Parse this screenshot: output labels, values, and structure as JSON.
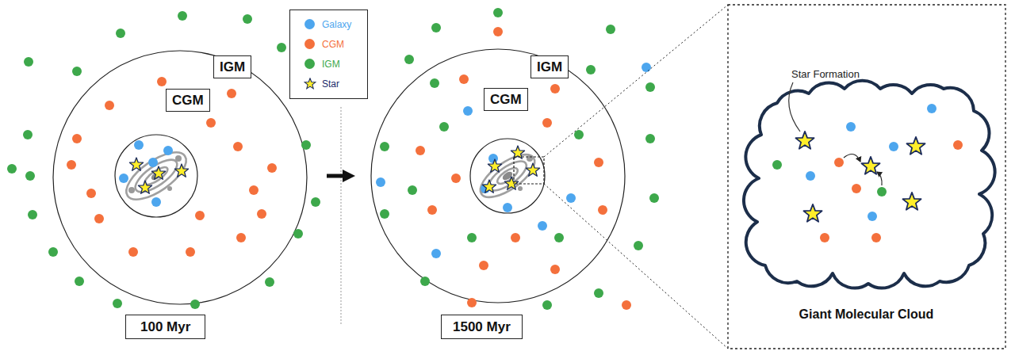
{
  "diagram": {
    "nodes": [
      {
        "text": [
          "IGM"
        ]
      },
      {
        "text": [
          "CGM"
        ]
      },
      {
        "text": [
          "100 Myr"
        ]
      },
      {
        "text": [
          "IGM"
        ]
      },
      {
        "text": [
          "CGM"
        ]
      },
      {
        "text": [
          "1500 Myr"
        ]
      },
      {
        "text": [
          "Star Formation",
          "Giant Molecular Cloud"
        ]
      }
    ],
    "legend": [
      {
        "text": "Galaxy",
        "color": "#4da6ee"
      },
      {
        "text": "CGM",
        "color": "#f4703c"
      },
      {
        "text": "IGM",
        "color": "#3da84b"
      },
      {
        "text": "Star"
      }
    ]
  }
}
